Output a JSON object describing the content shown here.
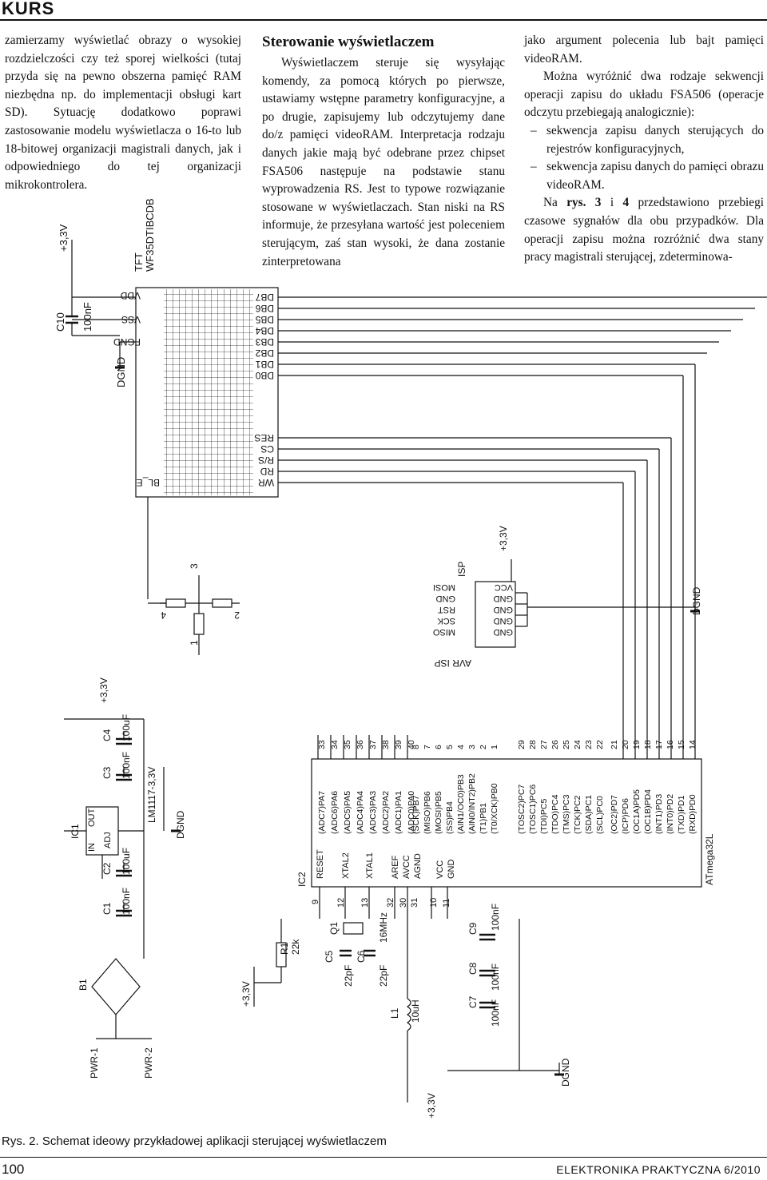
{
  "header": {
    "title": "KURS"
  },
  "columns": {
    "col1": "zamierzamy wyświetlać obrazy o wysokiej rozdzielczości czy też sporej wielkości (tutaj przyda się na pewno obszerna pamięć RAM niezbędna np. do implementacji obsługi kart SD). Sytuację dodatkowo poprawi zastosowanie modelu wyświetlacza o 16-to lub 18-bitowej organizacji magistrali danych, jak i odpowiedniego do tej organizacji mikrokontrolera.",
    "col2_title": "Sterowanie wyświetlaczem",
    "col2": "Wyświetlaczem steruje się wysyłając komendy, za pomocą których po pierwsze, ustawiamy wstępne parametry konfiguracyjne, a po drugie, zapisujemy lub odczytujemy dane do/z pamięci videoRAM. Interpretacja rodzaju danych jakie mają być odebrane przez chipset FSA506 następuje na podstawie stanu wyprowadzenia RS. Jest to typowe rozwiązanie stosowane w wyświetlaczach. Stan niski na RS informuje, że przesyłana wartość jest poleceniem sterującym, zaś stan wysoki, że dana zostanie zinterpretowana",
    "col3_p1": "jako argument polecenia lub bajt pamięci videoRAM.",
    "col3_p2": "Można wyróżnić dwa rodzaje sekwencji operacji zapisu do układu FSA506 (operacje odczytu przebiegają analogicznie):",
    "col3_list": [
      "sekwencja zapisu danych sterujących do rejestrów konfiguracyjnych,",
      "sekwencja zapisu danych do pamięci obrazu videoRAM."
    ],
    "col3_p3_a": "Na ",
    "col3_p3_b": "rys. 3",
    "col3_p3_c": " i ",
    "col3_p3_d": "4",
    "col3_p3_e": " przedstawiono przebiegi czasowe sygnałów dla obu przypadków. Dla operacji zapisu można rozróżnić dwa stany pracy magistrali sterującej, zdeterminowa-"
  },
  "schematic": {
    "supply": "+3,3V",
    "ground": "DGND",
    "c10": "C10",
    "c10_val": "100nF",
    "tft": "TFT",
    "tft_model": "WF35DTIBCDB",
    "tft_pins_top": [
      "VDD",
      "VSS",
      "FGND"
    ],
    "tft_data_pins": [
      "DB7",
      "DB6",
      "DB5",
      "DB4",
      "DB3",
      "DB2",
      "DB1",
      "DB0"
    ],
    "tft_ctrl_pins": [
      "RES",
      "CS",
      "R/S",
      "RD",
      "WR"
    ],
    "bl_e": "BL_E",
    "pot": {
      "p1": "1",
      "p2": "2",
      "p3": "3",
      "p4": "4"
    },
    "isp": {
      "title": "ISP",
      "sub": "AVR ISP",
      "left": [
        "MOSI",
        "GND",
        "RST",
        "SCK",
        "MISO"
      ],
      "right": [
        "VCC",
        "GND",
        "GND",
        "GND",
        "GND"
      ]
    },
    "mcu": {
      "name": "IC2",
      "model": "ATmega32L",
      "left_labels": [
        "RESET",
        "XTAL2",
        "XTAL1",
        "AREF",
        "AVCC",
        "AGND",
        "VCC",
        "GND"
      ],
      "left_pins": [
        "9",
        "12",
        "13",
        "32",
        "30",
        "31",
        "10",
        "11"
      ],
      "porta": [
        "(ADC7)PA7",
        "(ADC6)PA6",
        "(ADC5)PA5",
        "(ADC4)PA4",
        "(ADC3)PA3",
        "(ADC2)PA2",
        "(ADC1)PA1",
        "(ADC0)PA0"
      ],
      "porta_pins": [
        "33",
        "34",
        "35",
        "36",
        "37",
        "38",
        "39",
        "40"
      ],
      "portb": [
        "(SCK)PB7",
        "(MISO)PB6",
        "(MOSI)PB5",
        "(SS)PB4",
        "(AIN1/OC0)PB3",
        "(AIN0/INT2)PB2",
        "(T1)PB1",
        "(T0/XCK)PB0"
      ],
      "portb_pins": [
        "8",
        "7",
        "6",
        "5",
        "4",
        "3",
        "2",
        "1"
      ],
      "portc": [
        "(TOSC2)PC7",
        "(TOSC1)PC6",
        "(TDI)PC5",
        "(TDO)PC4",
        "(TMS)PC3",
        "(TCK)PC2",
        "(SDA)PC1",
        "(SCL)PC0"
      ],
      "portc_pins": [
        "29",
        "28",
        "27",
        "26",
        "25",
        "24",
        "23",
        "22"
      ],
      "portd": [
        "(OC2)PD7",
        "(ICP)PD6",
        "(OC1A)PD5",
        "(OC1B)PD4",
        "(INT1)PD3",
        "(INT0)PD2",
        "(TXD)PD1",
        "(RXD)PD0"
      ],
      "portd_pins": [
        "21",
        "20",
        "19",
        "18",
        "17",
        "16",
        "15",
        "14"
      ]
    },
    "reg": {
      "name": "IC1",
      "in": "IN",
      "out": "OUT",
      "adj": "ADJ",
      "model": "LM1117-3,3V"
    },
    "caps": {
      "c1": "C1",
      "c1_val": "100nF",
      "c2": "C2",
      "c2_val": "100uF",
      "c3": "C3",
      "c3_val": "100nF",
      "c4": "C4",
      "c4_val": "100uF",
      "c5": "C5",
      "c5_val": "22pF",
      "c6": "C6",
      "c6_val": "22pF",
      "c7": "C7",
      "c7_val": "100nF",
      "c8": "C8",
      "c8_val": "100nF",
      "c9": "C9",
      "c9_val": "100nF"
    },
    "b1": "B1",
    "pwr1": "PWR-1",
    "pwr2": "PWR-2",
    "r1": "R1",
    "r1_val": "22k",
    "q1": "Q1",
    "q1_val": "16MHz",
    "l1": "L1",
    "l1_val": "10uH",
    "plus": "+"
  },
  "caption": "Rys. 2. Schemat ideowy przykładowej aplikacji sterującej wyświetlaczem",
  "footer": {
    "page": "100",
    "journal": "ELEKTRONIKA PRAKTYCZNA 6/2010"
  }
}
